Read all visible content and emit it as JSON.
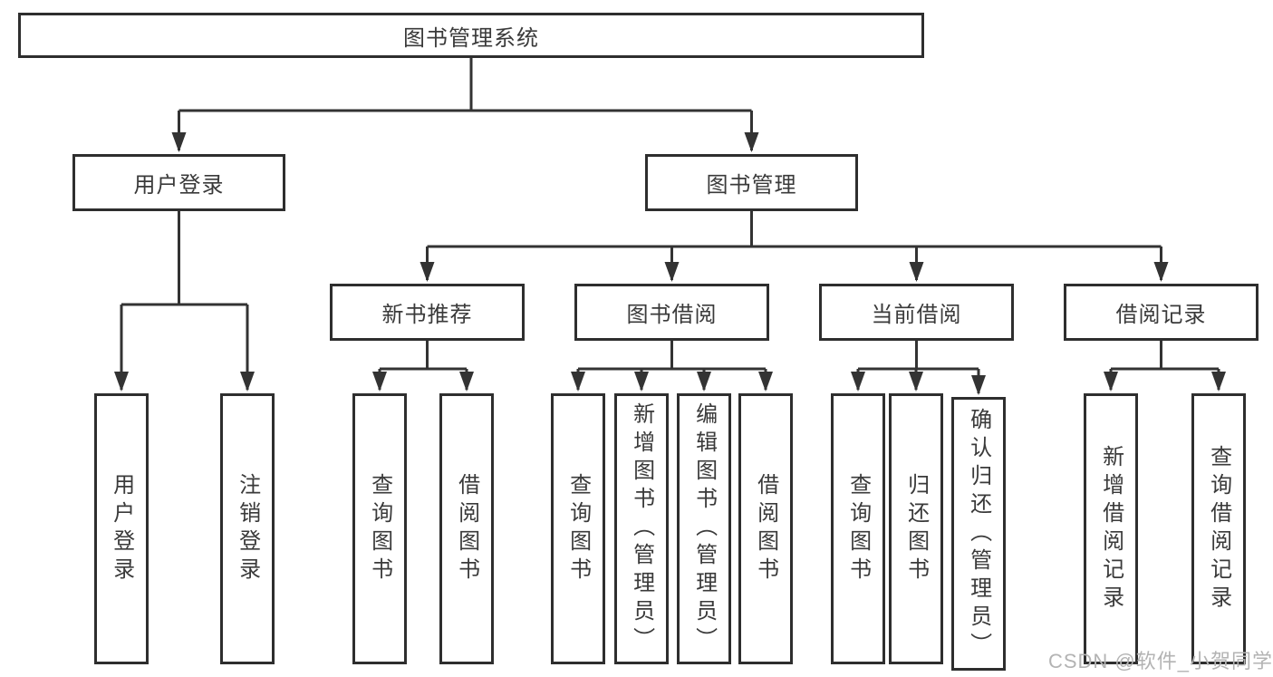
{
  "tree": {
    "label": "图书管理系统",
    "children": [
      {
        "label": "用户登录",
        "children": [
          {
            "label": "用户登录"
          },
          {
            "label": "注销登录"
          }
        ]
      },
      {
        "label": "图书管理",
        "children": [
          {
            "label": "新书推荐",
            "children": [
              {
                "label": "查询图书"
              },
              {
                "label": "借阅图书"
              }
            ]
          },
          {
            "label": "图书借阅",
            "children": [
              {
                "label": "查询图书"
              },
              {
                "label": "新增图书（管理员）"
              },
              {
                "label": "编辑图书（管理员）"
              },
              {
                "label": "借阅图书"
              }
            ]
          },
          {
            "label": "当前借阅",
            "children": [
              {
                "label": "查询图书"
              },
              {
                "label": "归还图书"
              },
              {
                "label": "确认归还（管理员）"
              }
            ]
          },
          {
            "label": "借阅记录",
            "children": [
              {
                "label": "新增借阅记录"
              },
              {
                "label": "查询借阅记录"
              }
            ]
          }
        ]
      }
    ]
  },
  "watermark": {
    "text": "CSDN @软件_小贺同学"
  },
  "colors": {
    "background": "#ffffff",
    "line": "#333333",
    "box_border": "#2e2e2e",
    "text": "#3a3a3a",
    "watermark": "#b3b3b3"
  }
}
